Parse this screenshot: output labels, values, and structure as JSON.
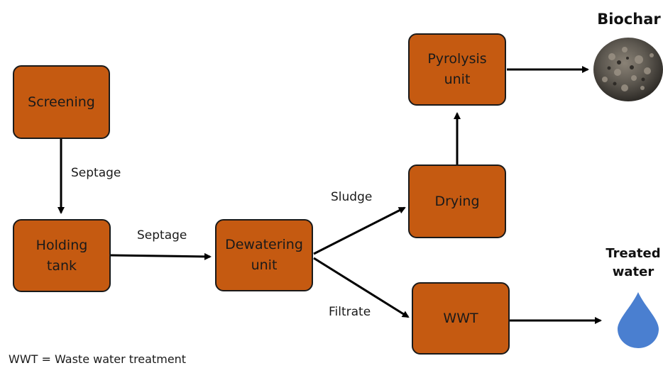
{
  "colors": {
    "box_fill": "#c55a11",
    "box_border": "#1a1a1a",
    "arrow": "#000000",
    "water": "#4a7fd0"
  },
  "nodes": {
    "screening": "Screening",
    "holding_tank": "Holding\ntank",
    "dewatering_unit": "Dewatering\nunit",
    "drying": "Drying",
    "pyrolysis_unit": "Pyrolysis\nunit",
    "wwt": "WWT"
  },
  "edge_labels": {
    "screening_to_holding": "Septage",
    "holding_to_dewatering": "Septage",
    "dewatering_to_drying": "Sludge",
    "dewatering_to_wwt": "Filtrate"
  },
  "outputs": {
    "biochar": "Biochar",
    "treated_water": "Treated\nwater"
  },
  "icons": {
    "biochar": "biochar-image",
    "water": "water-drop-icon"
  },
  "footnote": "WWT = Waste water treatment"
}
